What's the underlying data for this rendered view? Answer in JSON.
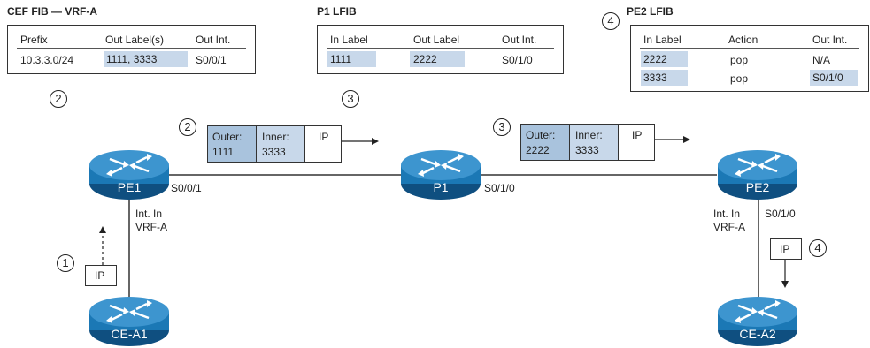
{
  "cef_fib": {
    "title": "CEF FIB — VRF-A",
    "headers": [
      "Prefix",
      "Out Label(s)",
      "Out Int."
    ],
    "row": [
      "10.3.3.0/24",
      "1111, 3333",
      "S0/0/1"
    ],
    "step": "2"
  },
  "p1_lfib": {
    "title": "P1 LFIB",
    "headers": [
      "In Label",
      "Out Label",
      "Out Int."
    ],
    "row": [
      "1111",
      "2222",
      "S0/1/0"
    ],
    "step": "3"
  },
  "pe2_lfib": {
    "title": "PE2 LFIB",
    "step": "4",
    "headers": [
      "In Label",
      "Action",
      "Out Int."
    ],
    "rows": [
      [
        "2222",
        "pop",
        "N/A"
      ],
      [
        "3333",
        "pop",
        "S0/1/0"
      ]
    ]
  },
  "packet1": {
    "step": "2",
    "outer_label": "Outer:",
    "outer_value": "1111",
    "inner_label": "Inner:",
    "inner_value": "3333",
    "payload": "IP"
  },
  "packet2": {
    "step": "3",
    "outer_label": "Outer:",
    "outer_value": "2222",
    "inner_label": "Inner:",
    "inner_value": "3333",
    "payload": "IP"
  },
  "packet_ce_a1": {
    "step": "1",
    "payload": "IP"
  },
  "packet_ce_a2": {
    "step": "4",
    "payload": "IP"
  },
  "routers": {
    "pe1": "PE1",
    "p1": "P1",
    "pe2": "PE2",
    "ce_a1": "CE-A1",
    "ce_a2": "CE-A2"
  },
  "links": {
    "pe1_p1": "S0/0/1",
    "p1_pe2": "S0/1/0",
    "pe1_int_line1": "Int. In",
    "pe1_int_line2": "VRF-A",
    "pe2_int_line1": "Int. In",
    "pe2_int_line2": "VRF-A",
    "pe2_ce_a2": "S0/1/0"
  },
  "colors": {
    "router": "#1b78b5",
    "router_dark": "#0f4f80",
    "label_fill": "#a9c3dd",
    "highlight": "#c8d8ea"
  }
}
